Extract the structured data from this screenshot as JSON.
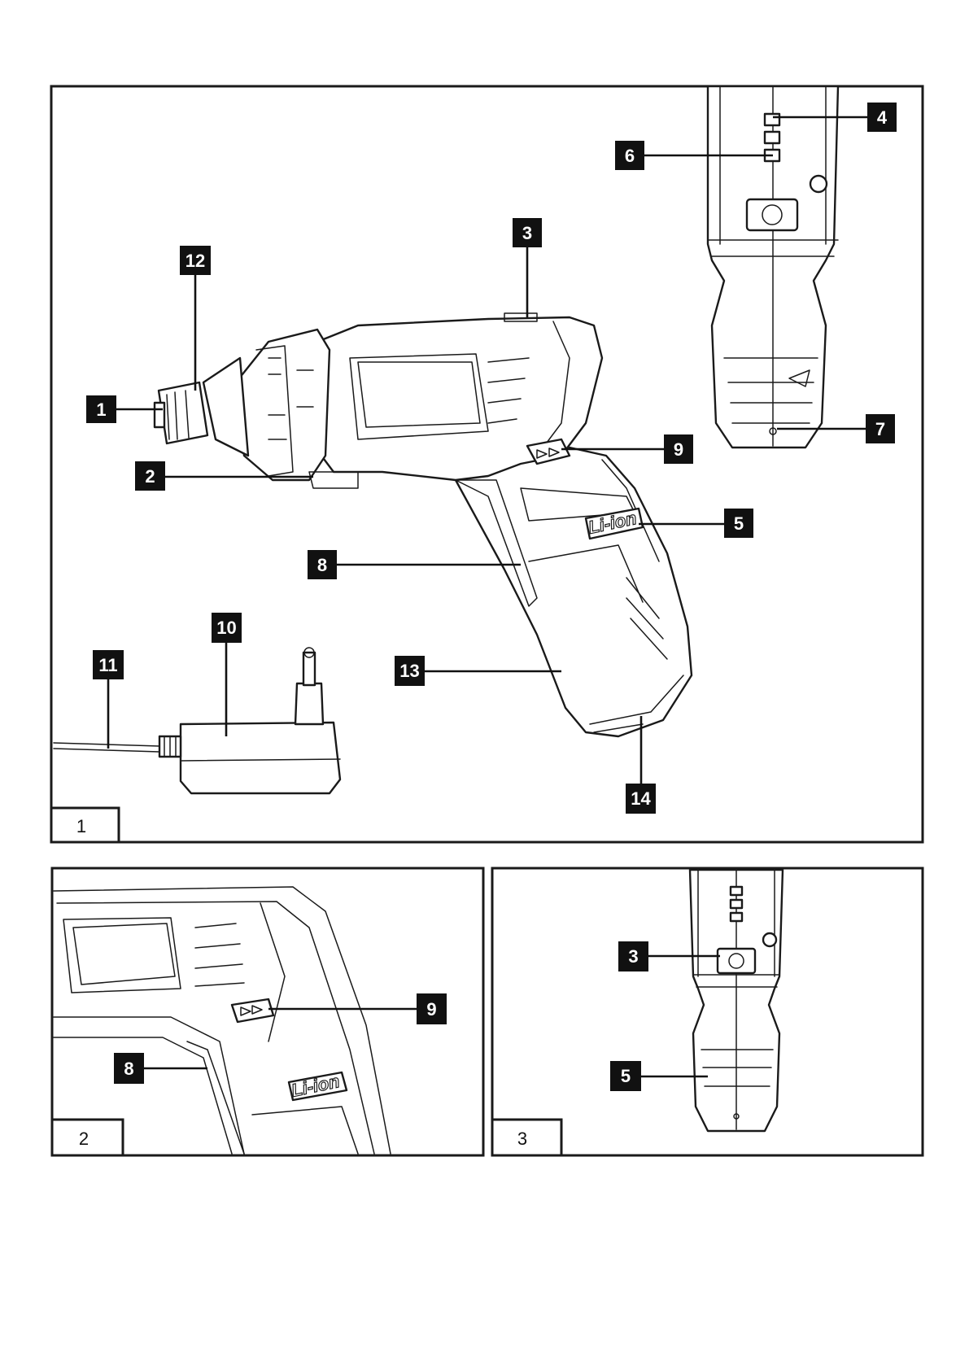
{
  "figures": [
    {
      "number": "1",
      "callouts": [
        "1",
        "2",
        "3",
        "4",
        "5",
        "6",
        "7",
        "8",
        "9",
        "10",
        "11",
        "12",
        "13",
        "14"
      ],
      "battery_label": "Li-ion"
    },
    {
      "number": "2",
      "callouts": [
        "8",
        "9"
      ],
      "battery_label": "Li-ion"
    },
    {
      "number": "3",
      "callouts": [
        "3",
        "5"
      ]
    }
  ]
}
